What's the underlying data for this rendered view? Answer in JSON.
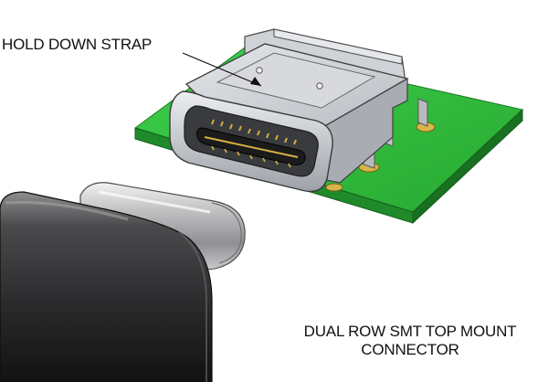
{
  "callouts": {
    "hold_down_strap": "HOLD DOWN STRAP"
  },
  "caption": {
    "line1": "DUAL ROW SMT TOP MOUNT",
    "line2": "CONNECTOR"
  },
  "colors": {
    "pcb_green": "#2fb53a",
    "pcb_edge": "#1d7a25",
    "shell_gray": "#c9cbcf",
    "plug_dark": "#2b2b2d",
    "contacts_gold": "#c9a43a"
  }
}
